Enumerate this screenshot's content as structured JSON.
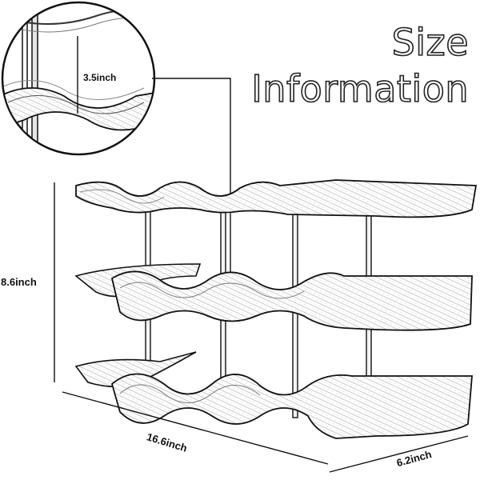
{
  "title": {
    "line1": "Size",
    "line2": "Information"
  },
  "dimensions": {
    "height": "8.6inch",
    "length": "16.6inch",
    "depth": "6.2inch",
    "tube_diameter": "3.5inch"
  },
  "colors": {
    "line": "#222222",
    "fill": "#ffffff",
    "shade": "#cfcfcf"
  }
}
